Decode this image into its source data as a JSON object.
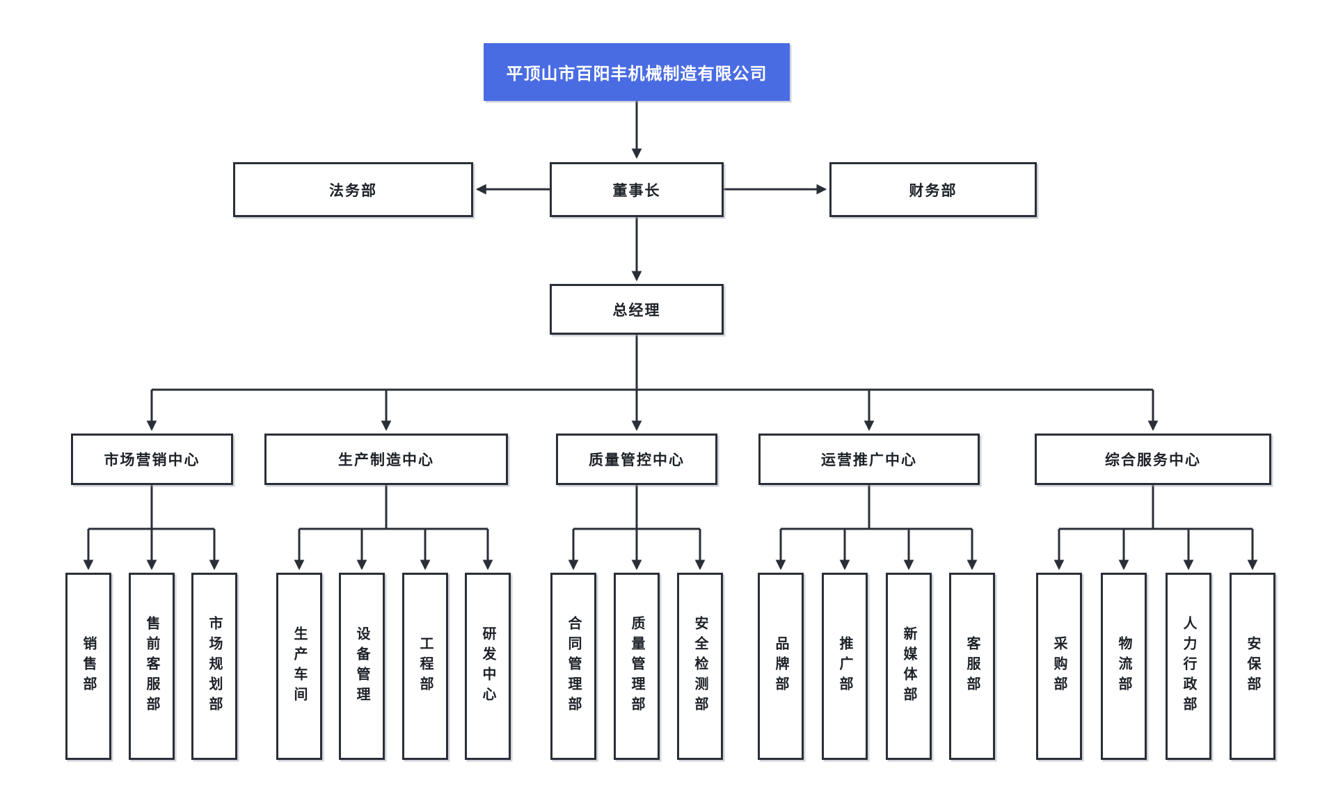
{
  "colors": {
    "root_fill": "#4a6ce3",
    "root_text": "#ffffff",
    "line": "#2a2e37",
    "box_border": "#2a2e37",
    "box_text": "#1c2027",
    "background": "#ffffff"
  },
  "org": {
    "company": "平顶山市百阳丰机械制造有限公司",
    "legal": "法务部",
    "chairman": "董事长",
    "finance": "财务部",
    "general_manager": "总经理",
    "centers": [
      {
        "label": "市场营销中心",
        "children": [
          "销售部",
          "售前客服部",
          "市场规划部"
        ]
      },
      {
        "label": "生产制造中心",
        "children": [
          "生产车间",
          "设备管理",
          "工程部",
          "研发中心"
        ]
      },
      {
        "label": "质量管控中心",
        "children": [
          "合同管理部",
          "质量管理部",
          "安全检测部"
        ]
      },
      {
        "label": "运营推广中心",
        "children": [
          "品牌部",
          "推广部",
          "新媒体部",
          "客服部"
        ]
      },
      {
        "label": "综合服务中心",
        "children": [
          "采购部",
          "物流部",
          "人力行政部",
          "安保部"
        ]
      }
    ]
  }
}
